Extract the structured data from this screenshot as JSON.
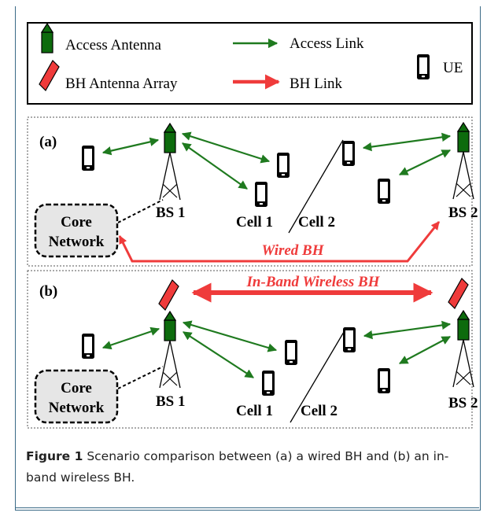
{
  "legend": {
    "access_antenna": "Access Antenna",
    "access_link": "Access Link",
    "ue": "UE",
    "bh_antenna_array": "BH Antenna Array",
    "bh_link": "BH Link"
  },
  "panel_a": {
    "tag": "(a)",
    "core_line1": "Core",
    "core_line2": "Network",
    "bs1": "BS 1",
    "bs2": "BS 2",
    "cell1": "Cell 1",
    "cell2": "Cell 2",
    "bh_label": "Wired BH"
  },
  "panel_b": {
    "tag": "(b)",
    "core_line1": "Core",
    "core_line2": "Network",
    "bs1": "BS 1",
    "bs2": "BS 2",
    "cell1": "Cell 1",
    "cell2": "Cell 2",
    "bh_label": "In-Band Wireless BH"
  },
  "caption": {
    "label": "Figure 1",
    "text": "Scenario comparison between (a) a wired BH and (b) an in-band wireless BH."
  },
  "colors": {
    "access_green": "#1f7a1f",
    "antenna_green": "#0d6b0d",
    "bh_red": "#ef3b3b",
    "panel_gray": "#e6e6e6"
  }
}
